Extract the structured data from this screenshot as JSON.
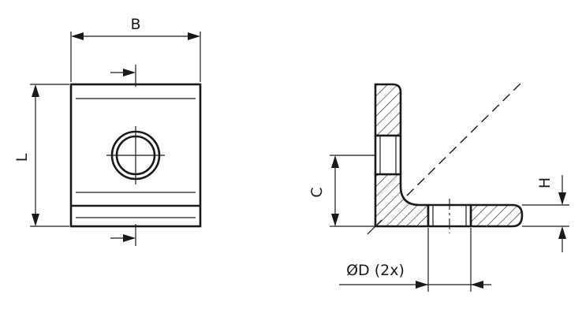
{
  "labels": {
    "b": "B",
    "l": "L",
    "c": "C",
    "h": "H",
    "d": "ØD (2x)"
  },
  "colors": {
    "line": "#1a1a1a",
    "background": "#ffffff"
  }
}
